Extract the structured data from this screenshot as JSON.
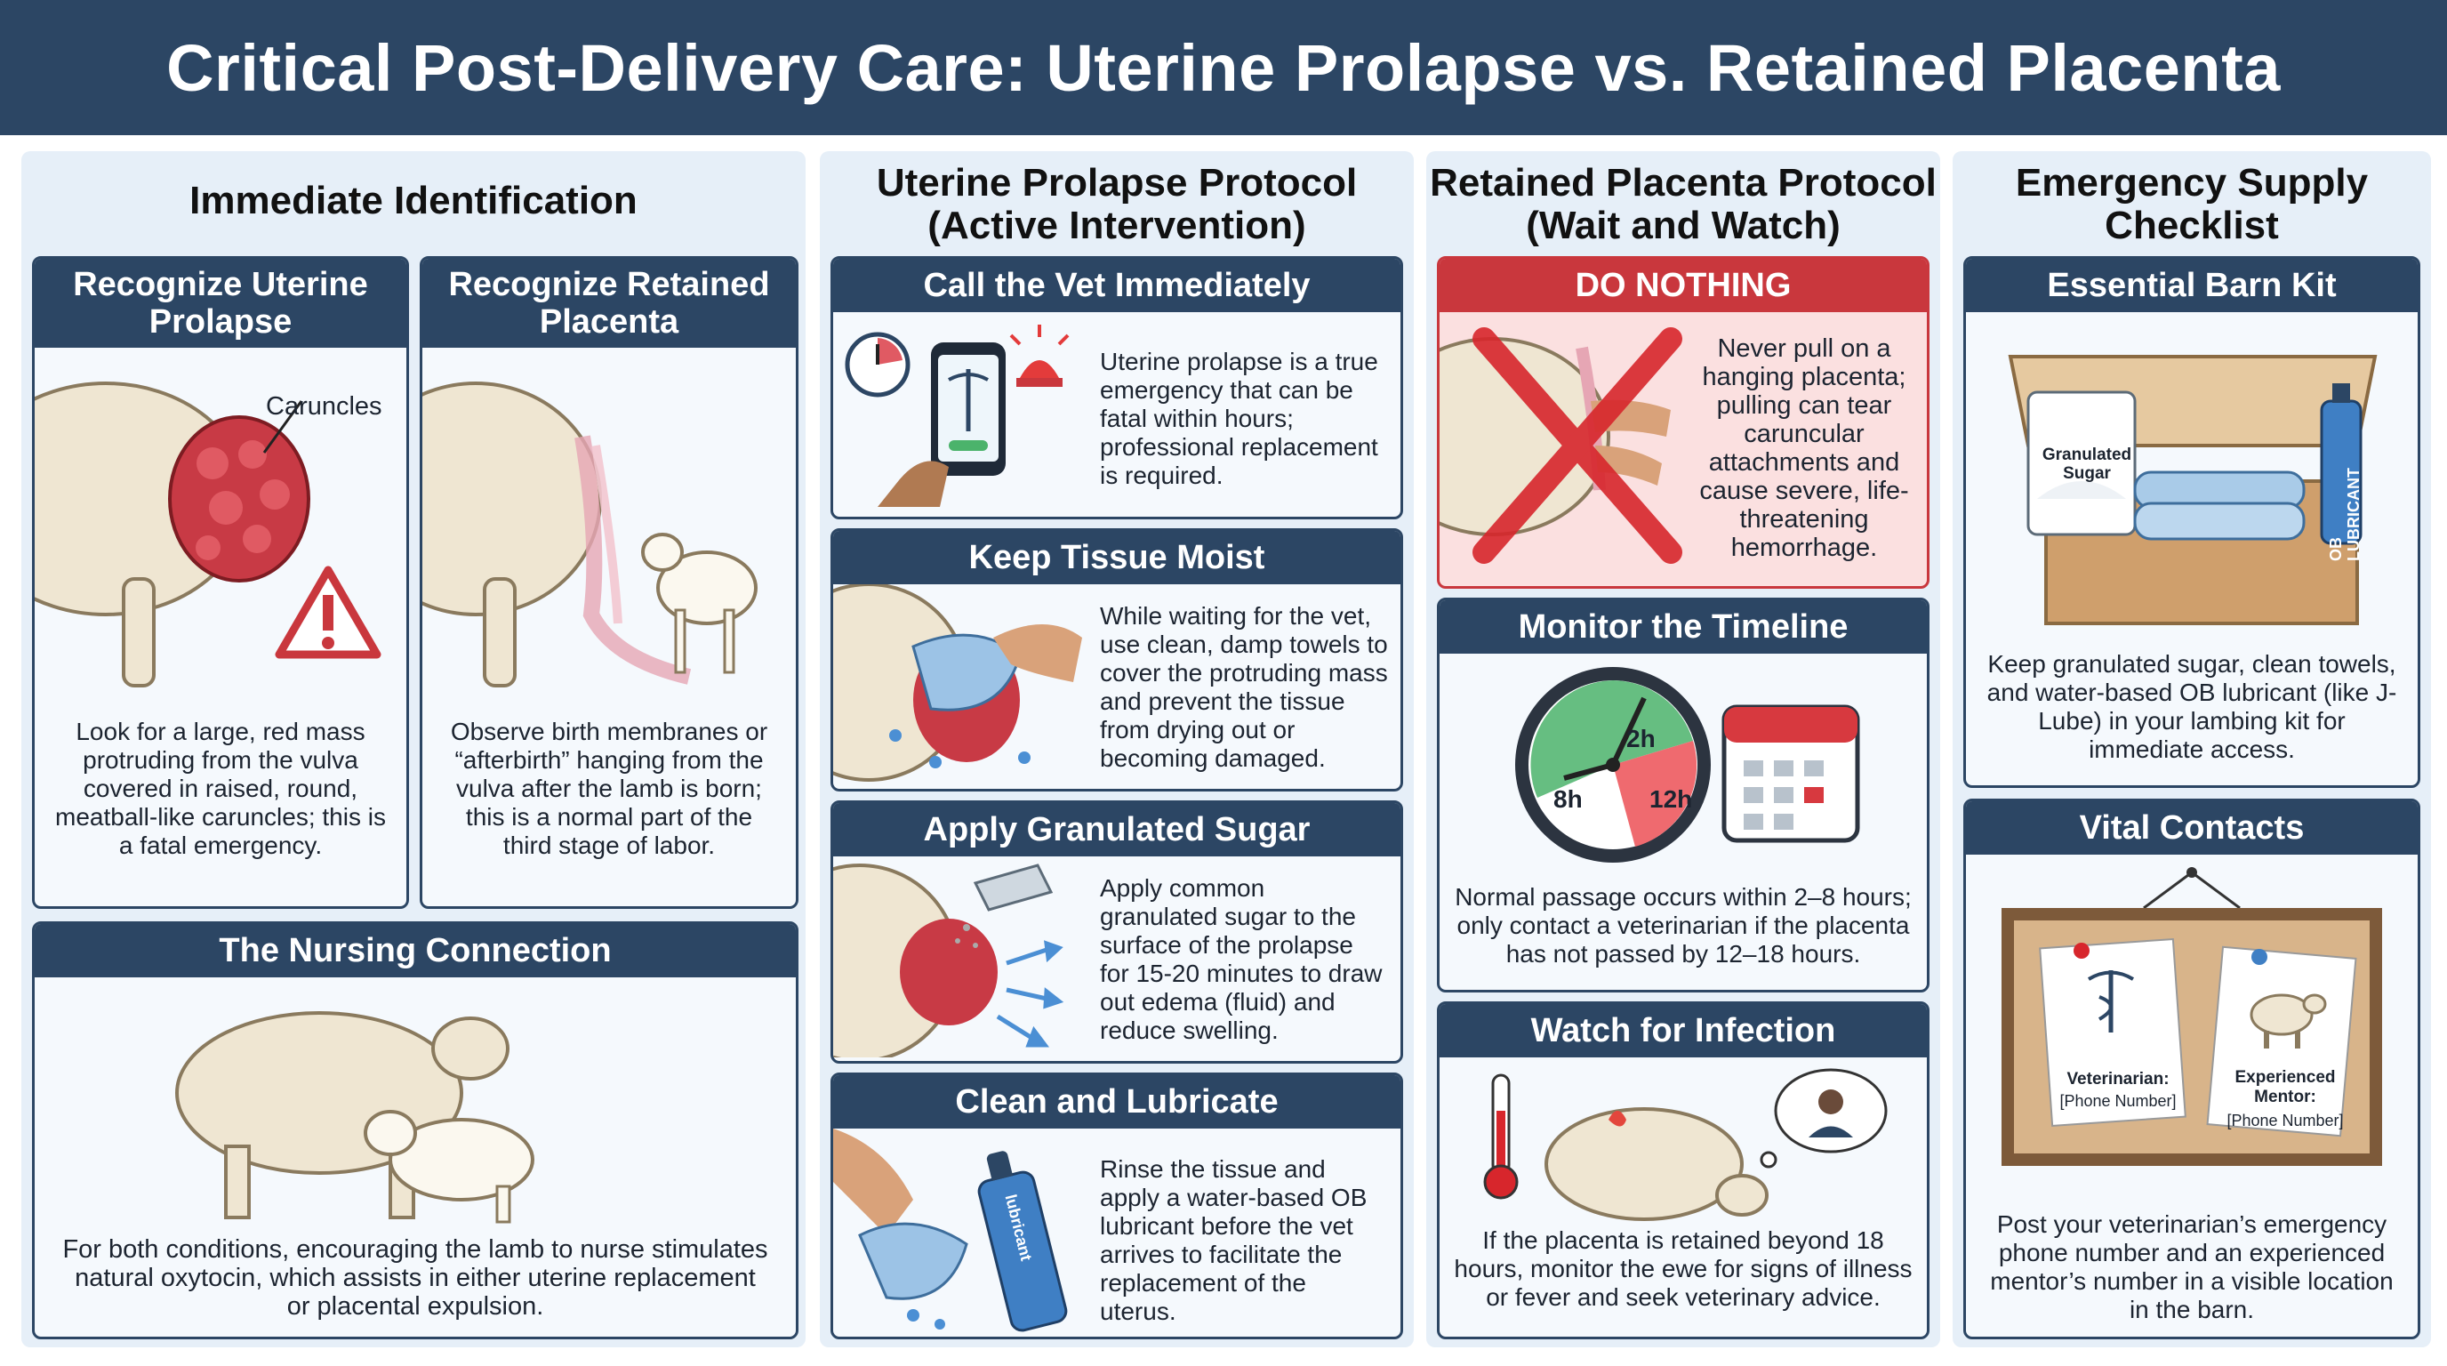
{
  "title": "Critical Post-Delivery Care: Uterine Prolapse vs. Retained Placenta",
  "col1": {
    "heading": "Immediate Identification",
    "prolapse": {
      "title": "Recognize Uterine Prolapse",
      "label": "Caruncles",
      "text": "Look for a large, red mass protruding from the vulva covered in raised, round, meatball-like caruncles; this is a fatal emergency."
    },
    "placenta": {
      "title": "Recognize Retained Placenta",
      "text": "Observe birth membranes or “afterbirth” hanging from the vulva after the lamb is born; this is a normal part of the third stage of labor."
    },
    "nursing": {
      "title": "The Nursing Connection",
      "text": "For both conditions, encouraging the lamb to nurse stimulates natural oxytocin, which assists in either uterine replacement or placental expulsion."
    }
  },
  "col2": {
    "heading": "Uterine Prolapse Protocol (Active Intervention)",
    "cards": [
      {
        "title": "Call the Vet Immediately",
        "text": "Uterine prolapse is a true emergency that can be fatal within hours; professional replacement is required."
      },
      {
        "title": "Keep Tissue Moist",
        "text": "While waiting for the vet, use clean, damp towels to cover the protruding mass and prevent the tissue from drying out or becoming damaged."
      },
      {
        "title": "Apply Granulated Sugar",
        "text": "Apply common granulated sugar to the surface of the prolapse for 15-20 minutes to draw out edema (fluid) and reduce swelling."
      },
      {
        "title": "Clean and Lubricate",
        "text": "Rinse the tissue and apply a water-based OB lubricant before the vet arrives to facilitate the replacement of the uterus.",
        "bottle_label": "lubricant"
      }
    ]
  },
  "col3": {
    "heading": "Retained Placenta Protocol (Wait and Watch)",
    "nothing": {
      "title": "DO NOTHING",
      "text": "Never pull on a hanging placenta; pulling can tear caruncular attachments and cause severe, life-threatening hemorrhage."
    },
    "timeline": {
      "title": "Monitor the Timeline",
      "text": "Normal passage occurs within 2–8 hours; only contact a veterinarian if the placenta has not passed by 12–18 hours.",
      "labels": [
        "2h",
        "8h",
        "12h"
      ]
    },
    "infection": {
      "title": "Watch for Infection",
      "text": "If the placenta is retained beyond 18 hours, monitor the ewe for signs of illness or fever and seek veterinary advice."
    }
  },
  "col4": {
    "heading": "Emergency Supply Checklist",
    "kit": {
      "title": "Essential Barn Kit",
      "sugar_label": "Granulated Sugar",
      "lube_label": "OB LUBRICANT",
      "text": "Keep granulated sugar, clean towels, and water-based OB lubricant (like J-Lube) in your lambing kit for immediate access."
    },
    "contacts": {
      "title": "Vital Contacts",
      "vet_label": "Veterinarian:",
      "vet_phone": "[Phone Number]",
      "mentor_label": "Experienced Mentor:",
      "mentor_phone": "[Phone Number]",
      "text": "Post your veterinarian’s emergency phone number and an experienced mentor’s number in a visible location in the barn."
    }
  },
  "colors": {
    "navy": "#2c4664",
    "red": "#c9373d",
    "panel": "#e6eff8",
    "card": "#f5f9fd"
  }
}
